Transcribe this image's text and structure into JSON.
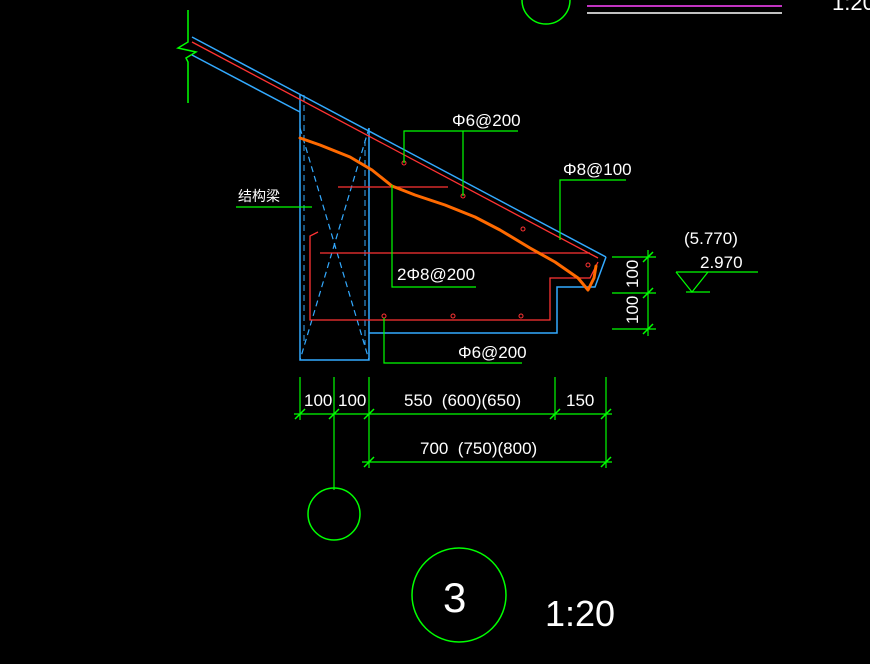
{
  "drawing": {
    "title_number": "3",
    "scale": "1:20",
    "scale_top_right": "1:20",
    "colors": {
      "background": "#000000",
      "concrete": "#33aaff",
      "rebar": "#ff3333",
      "leader": "#00ff00",
      "text": "#ffffff",
      "highlight": "#ff6a00",
      "magenta": "#ff44ff"
    },
    "labels": {
      "structural_beam": "结构梁",
      "top_rebar": "Φ6@200",
      "slope_rebar": "Φ8@100",
      "bottom_main_rebar": "2Φ8@200",
      "bottom_dist_rebar": "Φ6@200"
    },
    "elevation": {
      "upper": "(5.770)",
      "lower": "2.970"
    },
    "dimensions": {
      "right_vertical_top": "100",
      "right_vertical_bottom": "100",
      "seg1": "100",
      "seg2": "100",
      "seg3": "550  (600)(650)",
      "seg4": "150",
      "total": "700  (750)(800)"
    }
  }
}
